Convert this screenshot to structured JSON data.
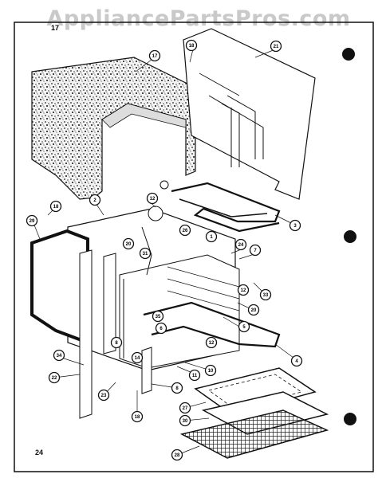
{
  "watermark": "AppliancePartsPros.com",
  "header_fragment": "17",
  "page_number": "24",
  "callouts": [
    "17",
    "18",
    "21",
    "12",
    "2",
    "3",
    "29",
    "18",
    "20",
    "26",
    "1",
    "24",
    "7",
    "31",
    "12",
    "33",
    "20",
    "35",
    "6",
    "5",
    "12",
    "4",
    "8",
    "34",
    "14",
    "11",
    "10",
    "22",
    "8",
    "23",
    "18",
    "27",
    "30",
    "28"
  ]
}
